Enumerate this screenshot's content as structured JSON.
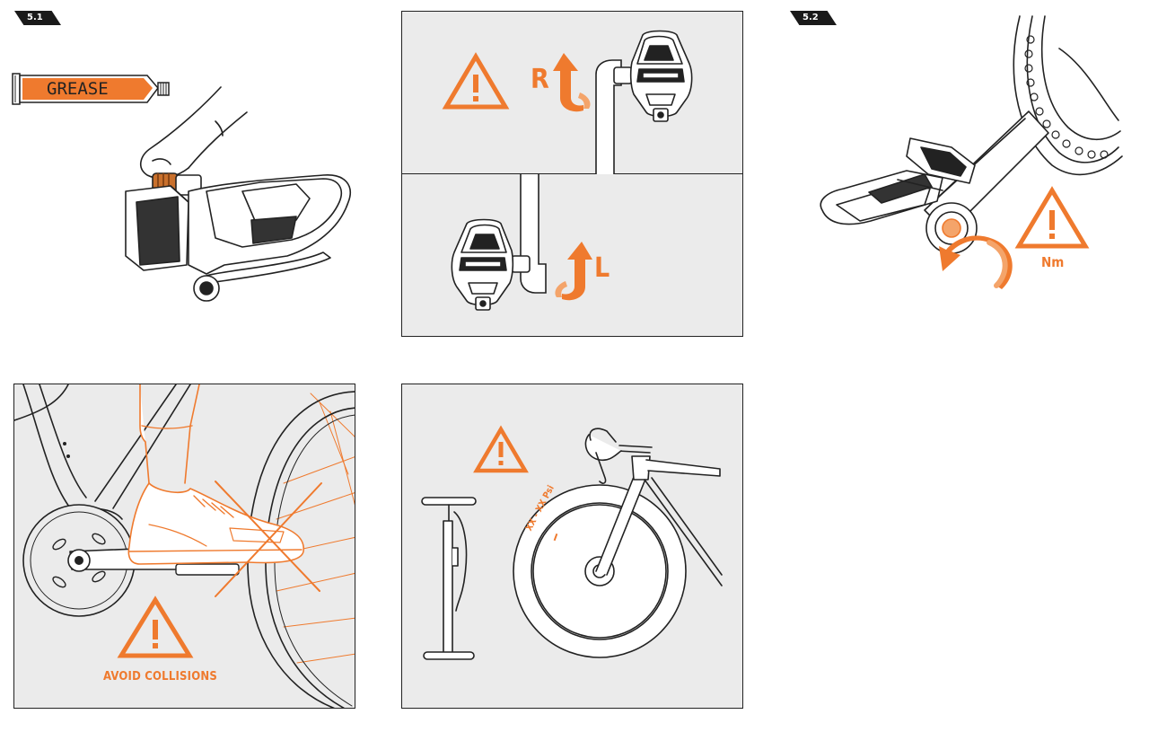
{
  "steps": {
    "step_5_1": "5.1",
    "step_5_2": "5.2"
  },
  "grease_label": "GREASE",
  "right_label": "R",
  "left_label": "L",
  "torque_label": "Nm",
  "collision_label": "AVOID COLLISIONS",
  "pressure_label": "XX - XX Psi",
  "colors": {
    "accent": "#ef7a2e",
    "panel_bg": "#ebebeb",
    "line": "#222222"
  },
  "icons": [
    "warning-triangle-icon",
    "grease-tube-icon",
    "pedal-icon",
    "crank-arm-icon",
    "shoe-icon",
    "floor-pump-icon",
    "bicycle-icon",
    "rotation-arrow-icon"
  ]
}
